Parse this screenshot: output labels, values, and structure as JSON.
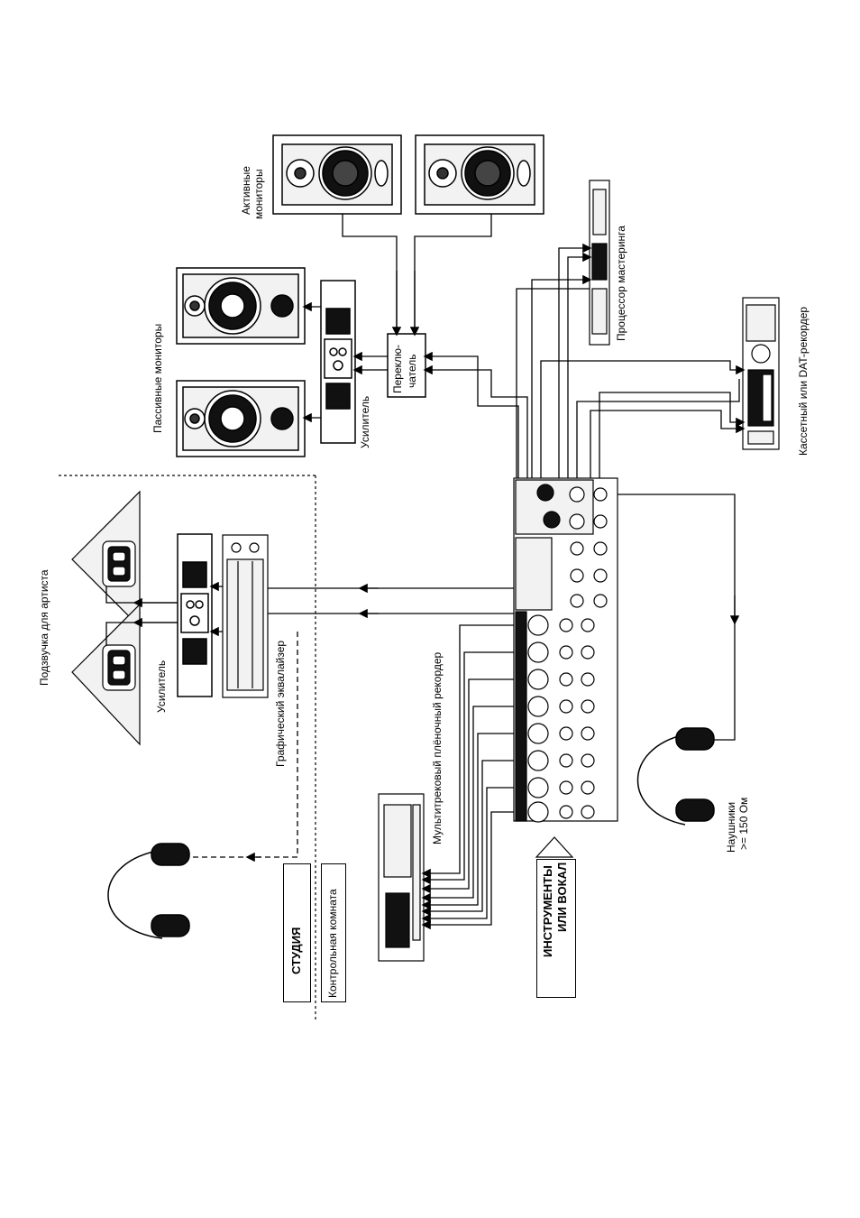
{
  "labels": {
    "artist_monitor": "Подзвучка для артиста",
    "amp_left": "Усилитель",
    "graphic_eq": "Графический эквалайзер",
    "studio": "СТУДИЯ",
    "control_room": "Контрольная комната",
    "passive_monitors": "Пассивные мониторы",
    "amp_right": "Усилитель",
    "switcher_line1": "Переклю-",
    "switcher_line2": "чатель",
    "active_monitors_line1": "Активные",
    "active_monitors_line2": "мониторы",
    "mastering_processor": "Процессор мастеринга",
    "cassette_dat": "Кассетный или DAT-рекордер",
    "multitrack": "Мультитрековый плёночный рекордер",
    "instruments_line1": "ИНСТРУМЕНТЫ",
    "instruments_line2": "ИЛИ ВОКАЛ",
    "headphones_line1": "Наушники",
    "headphones_line2": ">= 150 Ом"
  },
  "colors": {
    "ink": "#000000",
    "background": "#ffffff",
    "panel": "#f2f2f2"
  }
}
